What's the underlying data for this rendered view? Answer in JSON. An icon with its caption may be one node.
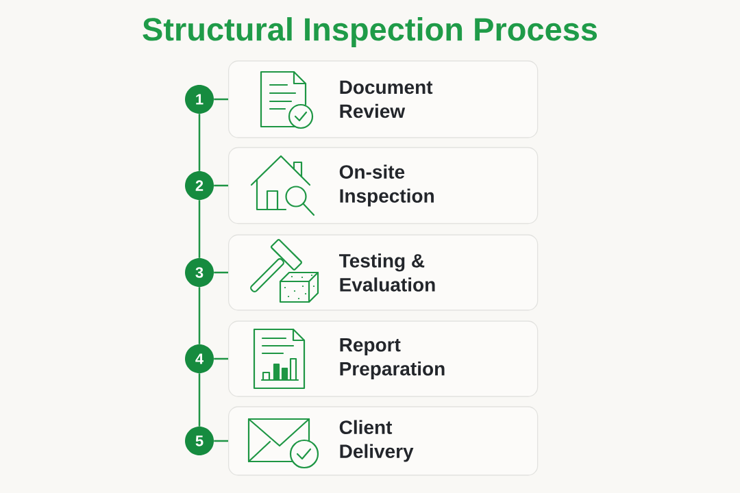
{
  "diagram": {
    "title": "Structural Inspection Process",
    "nodes": [
      {
        "text": [
          "1"
        ]
      },
      {
        "text": [
          "Document Review"
        ]
      },
      {
        "text": [
          "2"
        ]
      },
      {
        "text": [
          "On-site Inspection"
        ]
      },
      {
        "text": [
          "3"
        ]
      },
      {
        "text": [
          "Testing & Evaluation"
        ]
      },
      {
        "text": [
          "4"
        ]
      },
      {
        "text": [
          "Report Preparation"
        ]
      },
      {
        "text": [
          "5"
        ]
      },
      {
        "text": [
          "Client Delivery"
        ]
      }
    ],
    "edges": [
      {
        "from": 0,
        "to": 1,
        "arrow": "none"
      },
      {
        "from": 0,
        "to": 2,
        "arrow": "none"
      },
      {
        "from": 2,
        "to": 3,
        "arrow": "none"
      },
      {
        "from": 2,
        "to": 4,
        "arrow": "none"
      },
      {
        "from": 4,
        "to": 5,
        "arrow": "none"
      },
      {
        "from": 4,
        "to": 6,
        "arrow": "none"
      },
      {
        "from": 6,
        "to": 7,
        "arrow": "none"
      },
      {
        "from": 6,
        "to": 8,
        "arrow": "none"
      },
      {
        "from": 8,
        "to": 9,
        "arrow": "none"
      }
    ]
  }
}
